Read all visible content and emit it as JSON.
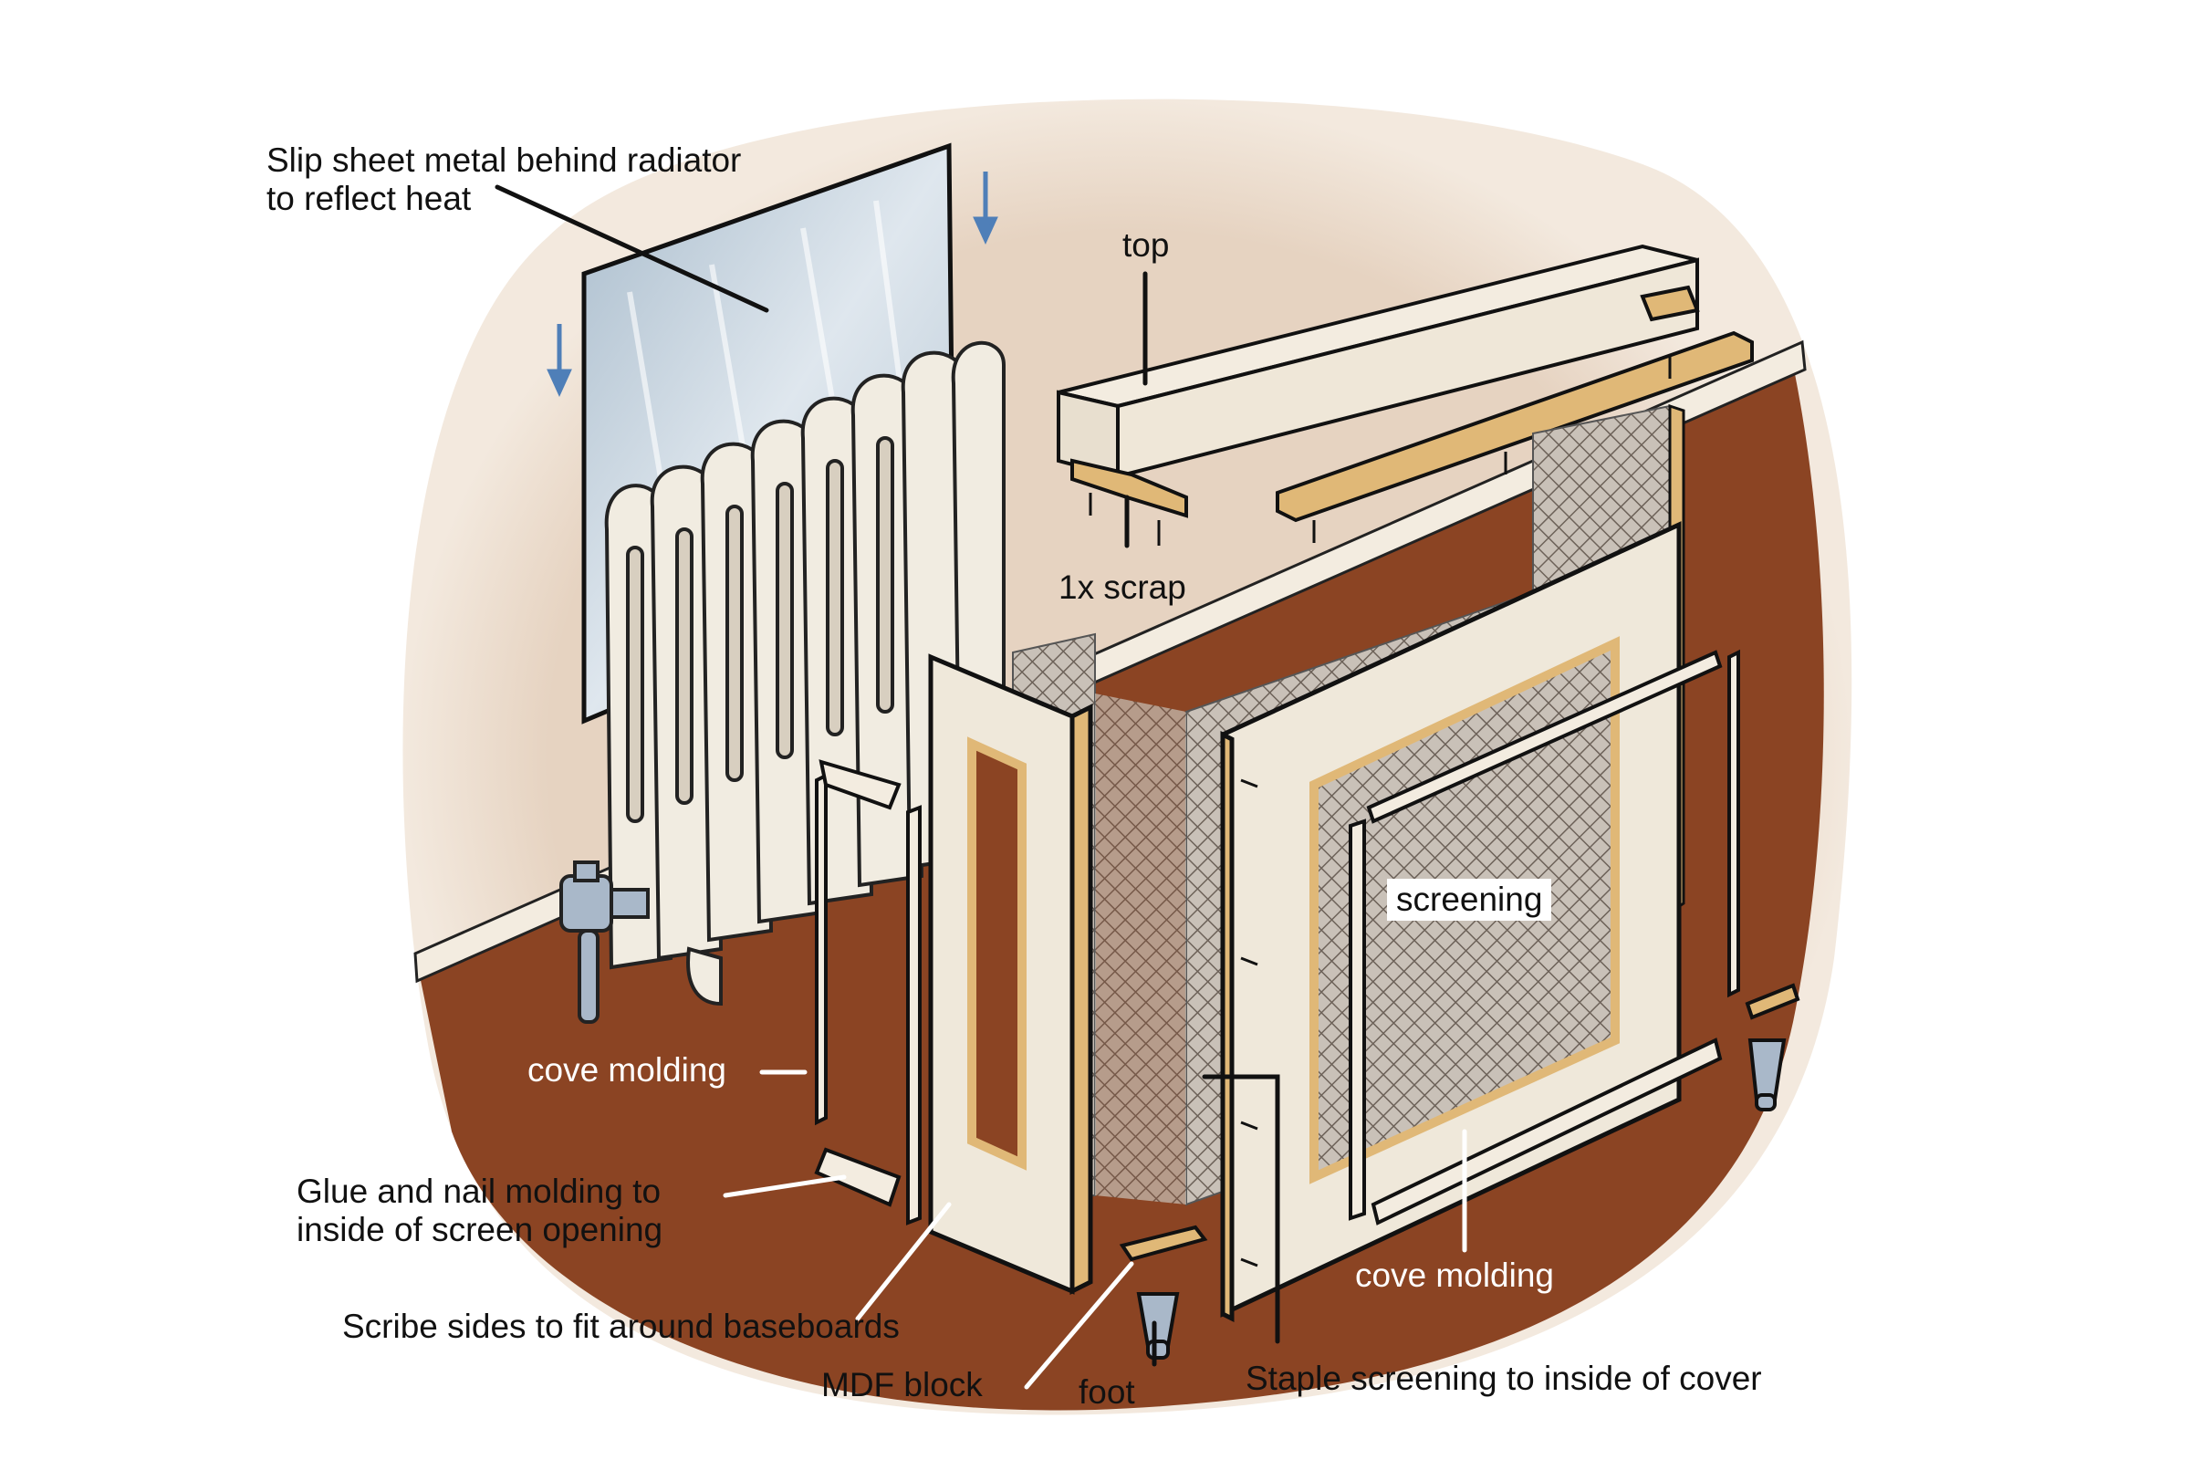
{
  "labels": {
    "slip_sheet_line1": "Slip sheet metal behind radiator",
    "slip_sheet_line2": "to reflect heat",
    "top": "top",
    "scrap": "1x scrap",
    "screening": "screening",
    "cove_molding_left": "cove molding",
    "cove_molding_right": "cove molding",
    "glue_nail_line1": "Glue and nail molding to",
    "glue_nail_line2": "inside of screen opening",
    "scribe_sides": "Scribe sides to fit around baseboards",
    "mdf_block": "MDF block",
    "foot": "foot",
    "staple_screening": "Staple screening to inside of cover"
  },
  "colors": {
    "floor": "#8b4423",
    "wall": "#e6d3c1",
    "panel_face": "#efe8da",
    "wood_edge": "#e0b877",
    "radiator": "#f1ece1",
    "sheet_metal": "#b9c9d6",
    "screen_mesh": "#b5aca3",
    "leader_dark": "#111111",
    "leader_light": "#ffffff",
    "arrow_blue": "#4f7fb8"
  }
}
